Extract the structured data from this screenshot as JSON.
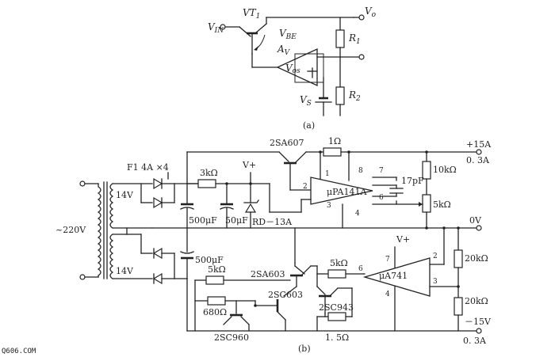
{
  "diagram_a": {
    "vin": "V",
    "vin_sub": "IN",
    "vo": "V",
    "vo_sub": "o",
    "vt1": "VT",
    "vt1_sub": "1",
    "vbe": "V",
    "vbe_sub": "BE",
    "av": "A",
    "av_sub": "V",
    "vos": "V",
    "vos_sub": "os",
    "vs": "V",
    "vs_sub": "S",
    "r1": "R",
    "r1_sub": "1",
    "r2": "R",
    "r2_sub": "2",
    "caption": "(a)"
  },
  "diagram_b": {
    "fuse": "F1 4A ×4",
    "v14_top": "14V",
    "v14_bot": "14V",
    "mains": "~220V",
    "r3k": "3kΩ",
    "vplus_top": "V+",
    "c500a": "500μF",
    "c50": "50μF",
    "zener": "RD－13A",
    "c500b": "500μF",
    "q2sa607": "2SA607",
    "r1ohm": "1Ω",
    "pin1": "1",
    "pin8": "8",
    "pin7": "7",
    "pin2": "2",
    "pin6": "6",
    "pin3": "3",
    "pin4": "4",
    "upa141": "μPA141A",
    "c17p": "17pF",
    "r10k": "10kΩ",
    "r5k_right": "5kΩ",
    "out_pos": "+15A",
    "out_pos_i": "0. 3A",
    "zero": "0V",
    "vplus_bot": "V+",
    "p7": "7",
    "p2": "2",
    "p6": "6",
    "p3": "3",
    "p4": "4",
    "ua741": "μA741",
    "r5k_mid": "5kΩ",
    "q2sa603": "2SA603",
    "r5k_left": "5kΩ",
    "q2sc603": "2SC603",
    "r680": "680Ω",
    "q2sc960": "2SC960",
    "q2sc943": "2SC943",
    "r1_5": "1. 5Ω",
    "r20k_a": "20kΩ",
    "r20k_b": "20kΩ",
    "out_neg": "－15V",
    "out_neg_i": "0. 3A",
    "caption": "(b)"
  },
  "watermark": "Q606.COM"
}
